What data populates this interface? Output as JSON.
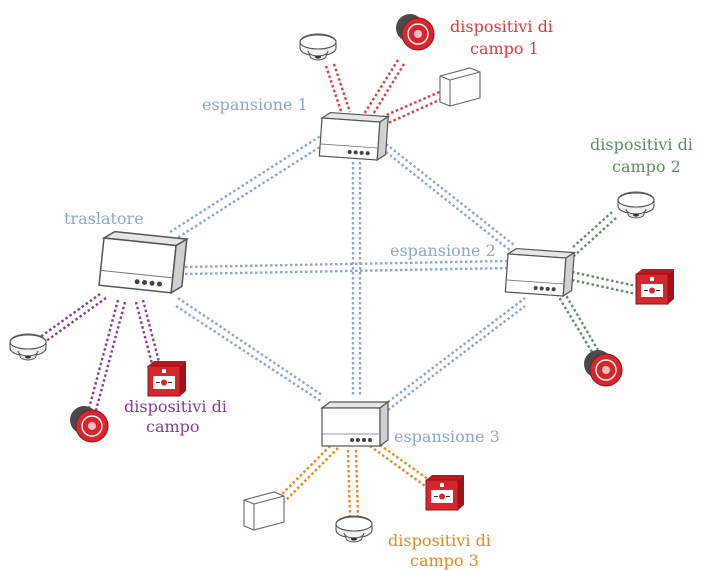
{
  "colors": {
    "blue": "#8aa9cf",
    "red": "#e03a3e",
    "green": "#5f8f63",
    "purple": "#8a3c93",
    "orange": "#e88a1a",
    "device_red": "#d7262d",
    "box_stroke": "#555555"
  },
  "labels": {
    "traslatore": "traslatore",
    "espansione1": "espansione 1",
    "espansione2": "espansione 2",
    "espansione3": "espansione 3",
    "campo1_line1": "dispositivi di",
    "campo1_line2": "campo 1",
    "campo2_line1": "dispositivi di",
    "campo2_line2": "campo 2",
    "campo3_line1": "dispositivi di",
    "campo3_line2": "campo 3",
    "campo_line1": "dispositivi di",
    "campo_line2": "campo"
  }
}
